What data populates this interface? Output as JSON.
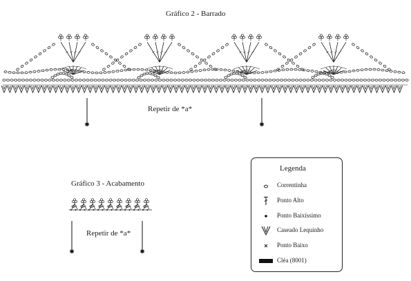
{
  "chart2": {
    "title": "Gráfico 2 - Barrado",
    "repeat_label": "Repetir de *a*"
  },
  "chart3": {
    "title": "Gráfico 3 - Acabamento",
    "repeat_label": "Repetir de *a*"
  },
  "legend": {
    "title": "Legenda",
    "items": [
      {
        "icon": "chain-stitch-icon",
        "label": "Correntinha"
      },
      {
        "icon": "double-crochet-icon",
        "label": "Ponto Alto"
      },
      {
        "icon": "slip-stitch-icon",
        "label": "Ponto Baixíssimo"
      },
      {
        "icon": "v-stitch-icon",
        "label": "Caseado Lequinho"
      },
      {
        "icon": "single-crochet-icon",
        "label": "Ponto Baixo"
      },
      {
        "icon": "yarn-color-swatch-icon",
        "label": "Cléa (8001)"
      }
    ]
  }
}
